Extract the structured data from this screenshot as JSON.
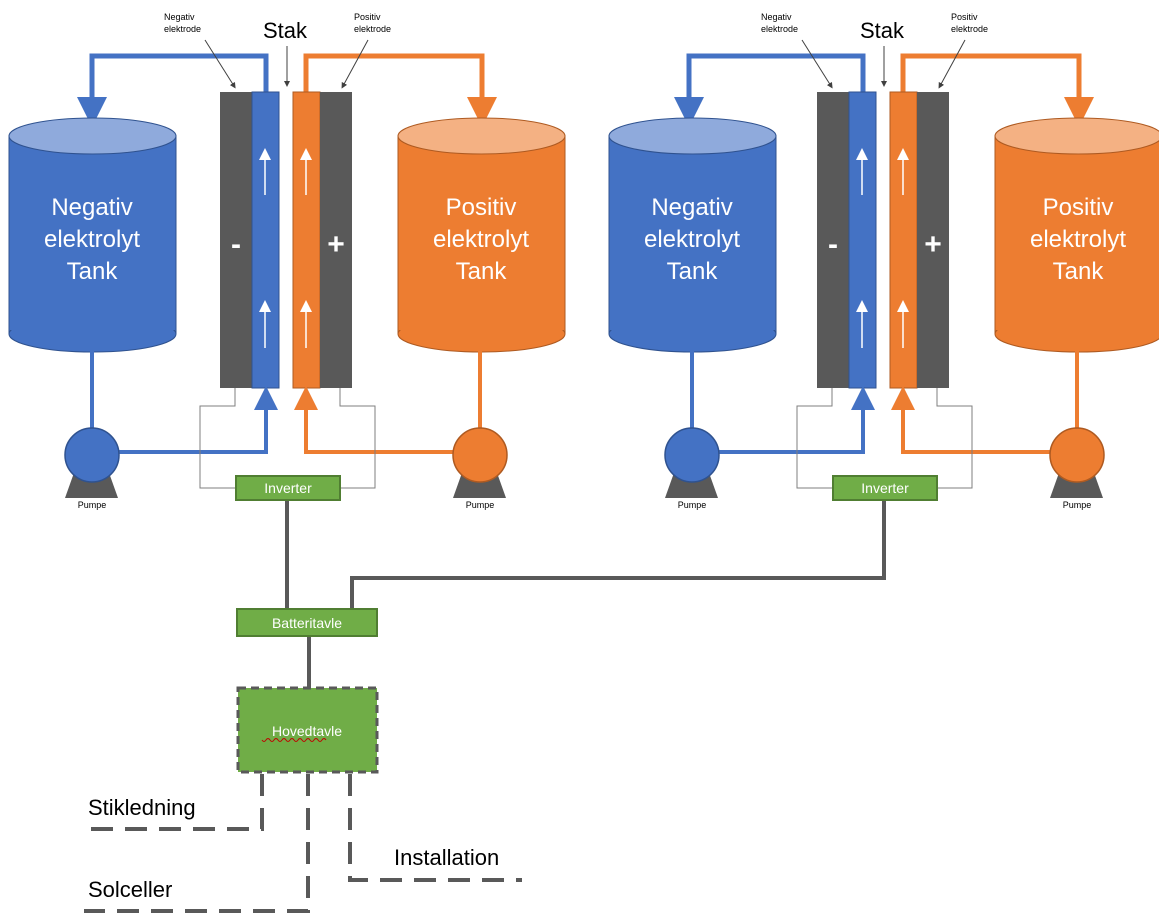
{
  "colors": {
    "blue": "#4472C4",
    "blue_light": "#8FAADC",
    "orange": "#ED7D31",
    "orange_light": "#F4B183",
    "dark_gray": "#595959",
    "green": "#70AD47",
    "green_border": "#507E32",
    "wire": "#595959"
  },
  "icons": {
    "tank": "cylinder-tank-icon",
    "pump": "pump-icon",
    "flow": "arrow-up-icon"
  },
  "labels": {
    "negativ_elektrode_1": "Negativ",
    "negativ_elektrode_2": "elektrode",
    "positiv_elektrode_1": "Positiv",
    "positiv_elektrode_2": "elektrode",
    "stak": "Stak",
    "minus": "-",
    "plus": "+",
    "neg_tank_1": "Negativ",
    "neg_tank_2": "elektrolyt",
    "neg_tank_3": "Tank",
    "pos_tank_1": "Positiv",
    "pos_tank_2": "elektrolyt",
    "pos_tank_3": "Tank",
    "pumpe": "Pumpe",
    "inverter": "Inverter"
  },
  "units": [
    {
      "id": "left"
    },
    {
      "id": "right"
    }
  ],
  "batteritavle": "Batteritavle",
  "hovedtavle": "Hovedtavle",
  "outputs": {
    "stikledning": "Stikledning",
    "installation": "Installation",
    "solceller": "Solceller"
  }
}
